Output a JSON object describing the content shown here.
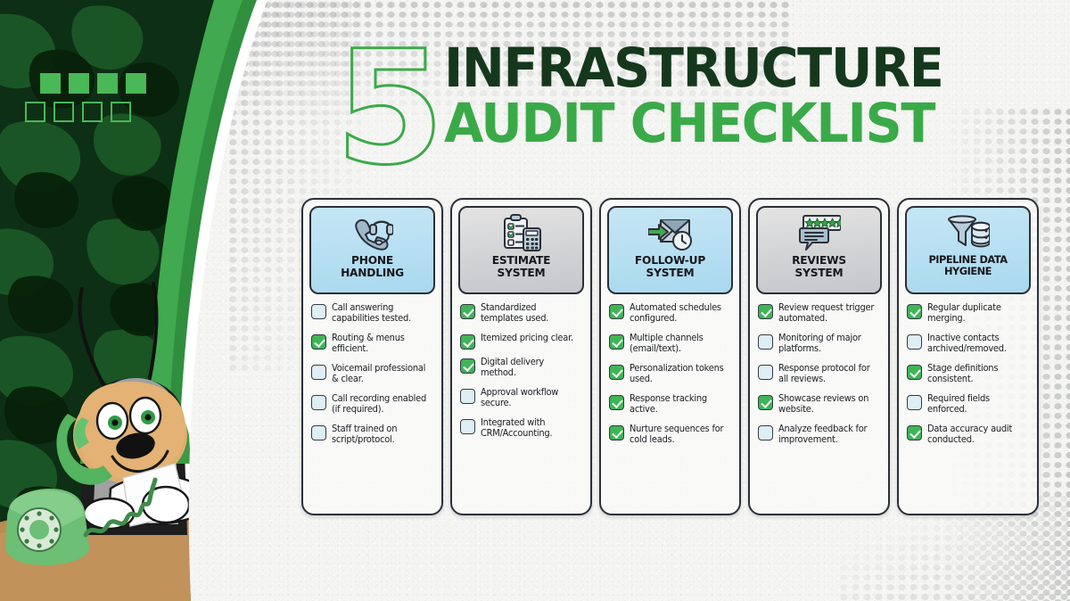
{
  "header": {
    "number": "5",
    "title_line1": "INFRASTRUCTURE",
    "title_line2": "AUDIT CHECKLIST"
  },
  "colors": {
    "brand_green": "#3aaa48",
    "dark_green": "#15381c",
    "camo_dark": "#0e3317",
    "checkbox_checked": "#3fb557",
    "checkbox_unchecked": "#ddeef5",
    "header_blue": "#b6dff2",
    "header_gray": "#d2d3d5",
    "card_border": "#2b3038",
    "paper": "#f5f5f3"
  },
  "illustration": {
    "mascot": "cartoon-bug-mascot-on-phone",
    "props": [
      "rotary-telephone",
      "paper-sheet",
      "paper-stack",
      "desk"
    ],
    "background": "green-camouflage-panel",
    "accent_shape": "green-swoosh-curve"
  },
  "decoration": {
    "squares_filled_count": 4,
    "squares_outline_count": 4
  },
  "cards": [
    {
      "title": "PHONE\nHANDLING",
      "icon": "phone-headset-icon",
      "header_style": "blue",
      "items": [
        {
          "label": "Call answering capabilities tested.",
          "checked": false
        },
        {
          "label": "Routing & menus efficient.",
          "checked": true
        },
        {
          "label": "Voicemail professional & clear.",
          "checked": false
        },
        {
          "label": "Call recording enabled (if required).",
          "checked": false
        },
        {
          "label": "Staff trained on script/protocol.",
          "checked": false
        }
      ]
    },
    {
      "title": "ESTIMATE\nSYSTEM",
      "icon": "clipboard-calculator-icon",
      "header_style": "gray",
      "items": [
        {
          "label": "Standardized templates used.",
          "checked": true
        },
        {
          "label": "Itemized pricing clear.",
          "checked": true
        },
        {
          "label": "Digital delivery method.",
          "checked": true
        },
        {
          "label": "Approval workflow secure.",
          "checked": false
        },
        {
          "label": "Integrated with CRM/Accounting.",
          "checked": false
        }
      ]
    },
    {
      "title": "FOLLOW-UP\nSYSTEM",
      "icon": "envelope-clock-icon",
      "header_style": "blue",
      "items": [
        {
          "label": "Automated schedules configured.",
          "checked": true
        },
        {
          "label": "Multiple channels (email/text).",
          "checked": true
        },
        {
          "label": "Personalization tokens used.",
          "checked": true
        },
        {
          "label": "Response tracking active.",
          "checked": true
        },
        {
          "label": "Nurture sequences for cold leads.",
          "checked": true
        }
      ]
    },
    {
      "title": "REVIEWS\nSYSTEM",
      "icon": "star-speech-bubble-icon",
      "header_style": "gray",
      "items": [
        {
          "label": "Review request trigger automated.",
          "checked": true
        },
        {
          "label": "Monitoring of major platforms.",
          "checked": false
        },
        {
          "label": "Response protocol for all reviews.",
          "checked": false
        },
        {
          "label": "Showcase reviews on website.",
          "checked": true
        },
        {
          "label": "Analyze feedback for improvement.",
          "checked": false
        }
      ]
    },
    {
      "title": "PIPELINE DATA\nHYGIENE",
      "icon": "funnel-database-icon",
      "header_style": "blue",
      "items": [
        {
          "label": "Regular duplicate merging.",
          "checked": true
        },
        {
          "label": "Inactive contacts archived/removed.",
          "checked": false
        },
        {
          "label": "Stage definitions consistent.",
          "checked": true
        },
        {
          "label": "Required fields enforced.",
          "checked": false
        },
        {
          "label": "Data accuracy audit conducted.",
          "checked": true
        }
      ]
    }
  ]
}
